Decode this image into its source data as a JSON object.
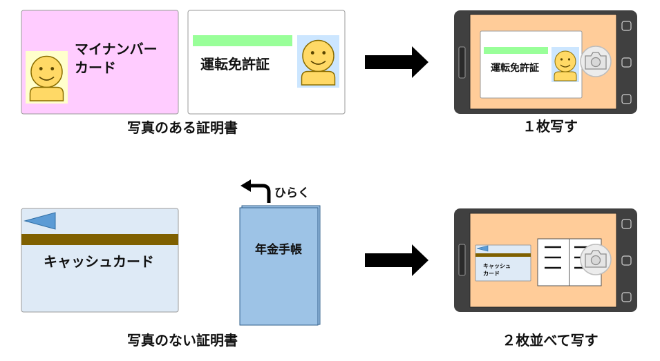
{
  "top_section": {
    "mynumber_card_text": [
      "マイナンバー",
      "カード"
    ],
    "license_card_text": "運転免許証",
    "caption_left": "写真のある証明書",
    "caption_right": "１枚写す",
    "phone_license_text": "運転免許証"
  },
  "bottom_section": {
    "cash_card_text": "キャッシュカード",
    "open_label": "ひらく",
    "pension_book_text": "年金手帳",
    "caption_left": "写真のない証明書",
    "caption_right": "２枚並べて写す",
    "phone_cash_card_text": [
      "キャッシュ",
      "カード"
    ]
  },
  "icons": {
    "face": "smiley-face-icon",
    "camera": "camera-icon",
    "arrow": "right-arrow-icon",
    "turn": "turn-arrow-icon"
  },
  "colors": {
    "mynumber_bg": "#ffccff",
    "license_band": "#99ff99",
    "face_fill": "#ffd966",
    "face_bg_yellow": "#ffffcc",
    "face_bg_blue": "#cce6ff",
    "cash_card_bg": "#deeaf6",
    "cash_card_stripe": "#7f6000",
    "cash_card_triangle": "#5b9bd5",
    "pension_book": "#9dc3e6",
    "phone_body": "#404040",
    "phone_screen": "#ffcc99"
  }
}
